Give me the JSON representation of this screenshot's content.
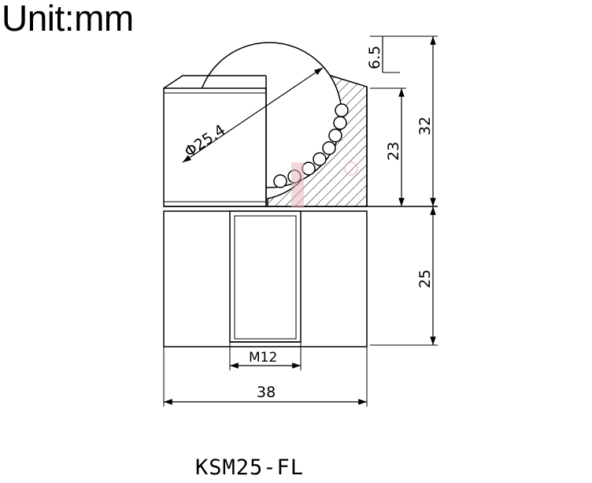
{
  "unit_label": "Unit:mm",
  "model_label": "KSM25-FL",
  "dimensions": {
    "ball_diameter": "Φ25.4",
    "ball_protrusion": "6.5",
    "overall_height": "32",
    "body_height": "23",
    "stud_length": "25",
    "thread": "M12",
    "body_width": "38"
  },
  "colors": {
    "line": "#000000",
    "watermark": "#e8b4bc"
  }
}
